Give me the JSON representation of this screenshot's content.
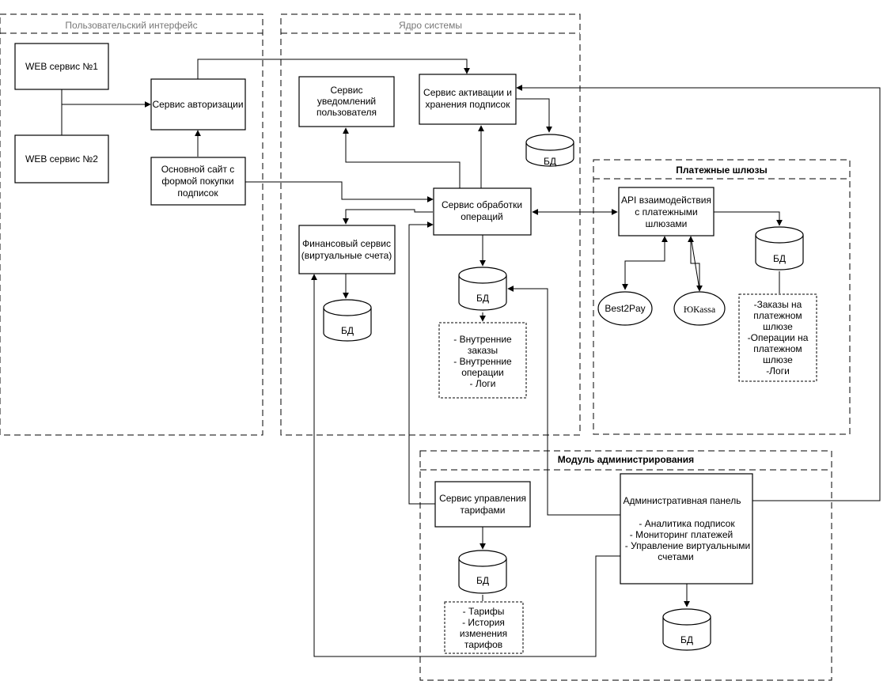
{
  "groups": {
    "ui": "Пользовательский интерфейс",
    "core": "Ядро системы",
    "gateways": "Платежные шлюзы",
    "admin": "Модуль администрирования"
  },
  "nodes": {
    "web1": "WEB сервис №1",
    "web2": "WEB сервис №2",
    "auth": "Сервис авторизации",
    "site": [
      "Основной сайт с",
      "формой покупки",
      "подписок"
    ],
    "notify": [
      "Сервис",
      "уведомлений",
      "пользователя"
    ],
    "activation": [
      "Сервис активации и",
      "хранения подписок"
    ],
    "ops": [
      "Сервис обработки",
      "операций"
    ],
    "finance": [
      "Финансовый сервис",
      "(виртуальные счета)"
    ],
    "api": [
      "API взаимодействия",
      "с платежными",
      "шлюзами"
    ],
    "best2pay": "Best2Pay",
    "yukassa": "ЮКassa",
    "tariffs": [
      "Сервис управления",
      "тарифами"
    ],
    "adminpanel": {
      "title": "Административная панель",
      "items": [
        "- Аналитика подписок",
        "- Мониторинг платежей",
        "- Управление виртуальными",
        "счетами"
      ]
    }
  },
  "databases": {
    "db_label": "БД"
  },
  "notes": {
    "ops_db": [
      "- Внутренние",
      "заказы",
      "- Внутренние",
      "операции",
      "- Логи"
    ],
    "gateway_db": [
      "-Заказы на",
      "платежном",
      "шлюзе",
      "-Операции на",
      "платежном",
      "шлюзе",
      "-Логи"
    ],
    "tariff_db": [
      "- Тарифы",
      "- История",
      "изменения",
      "тарифов"
    ]
  }
}
